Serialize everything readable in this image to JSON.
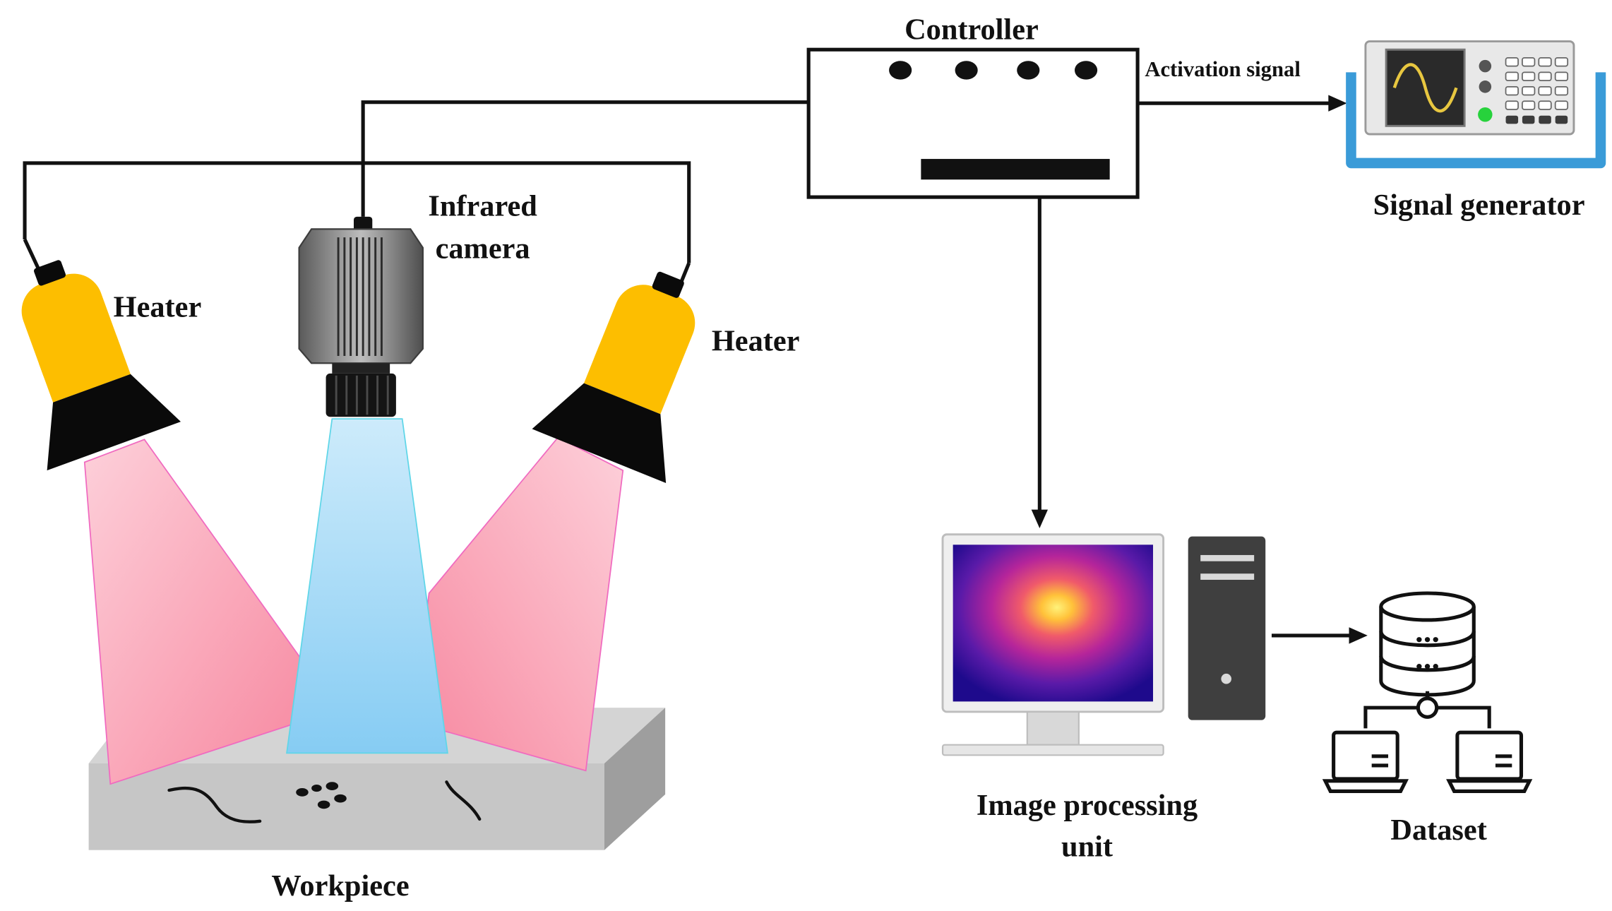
{
  "labels": {
    "controller": "Controller",
    "activation_signal": "Activation signal",
    "signal_generator": "Signal generator",
    "infrared_camera_line1": "Infrared",
    "infrared_camera_line2": "camera",
    "heater_left": "Heater",
    "heater_right": "Heater",
    "workpiece": "Workpiece",
    "image_processing_line1": "Image processing",
    "image_processing_line2": "unit",
    "dataset": "Dataset"
  },
  "colors": {
    "heater_body": "#FDBE00",
    "heater_beam": "#F9A8B8",
    "camera_beam": "#9ED6F6",
    "workpiece": "#C6C6C6",
    "signal_generator_frame": "#3A9BD8",
    "thermal_hot": "#FFE44D",
    "thermal_cold": "#1E0A8C"
  },
  "icons": [
    "heater-icon",
    "infrared-camera-icon",
    "controller-icon",
    "signal-generator-icon",
    "monitor-icon",
    "pc-tower-icon",
    "database-icon",
    "laptop-icon"
  ]
}
